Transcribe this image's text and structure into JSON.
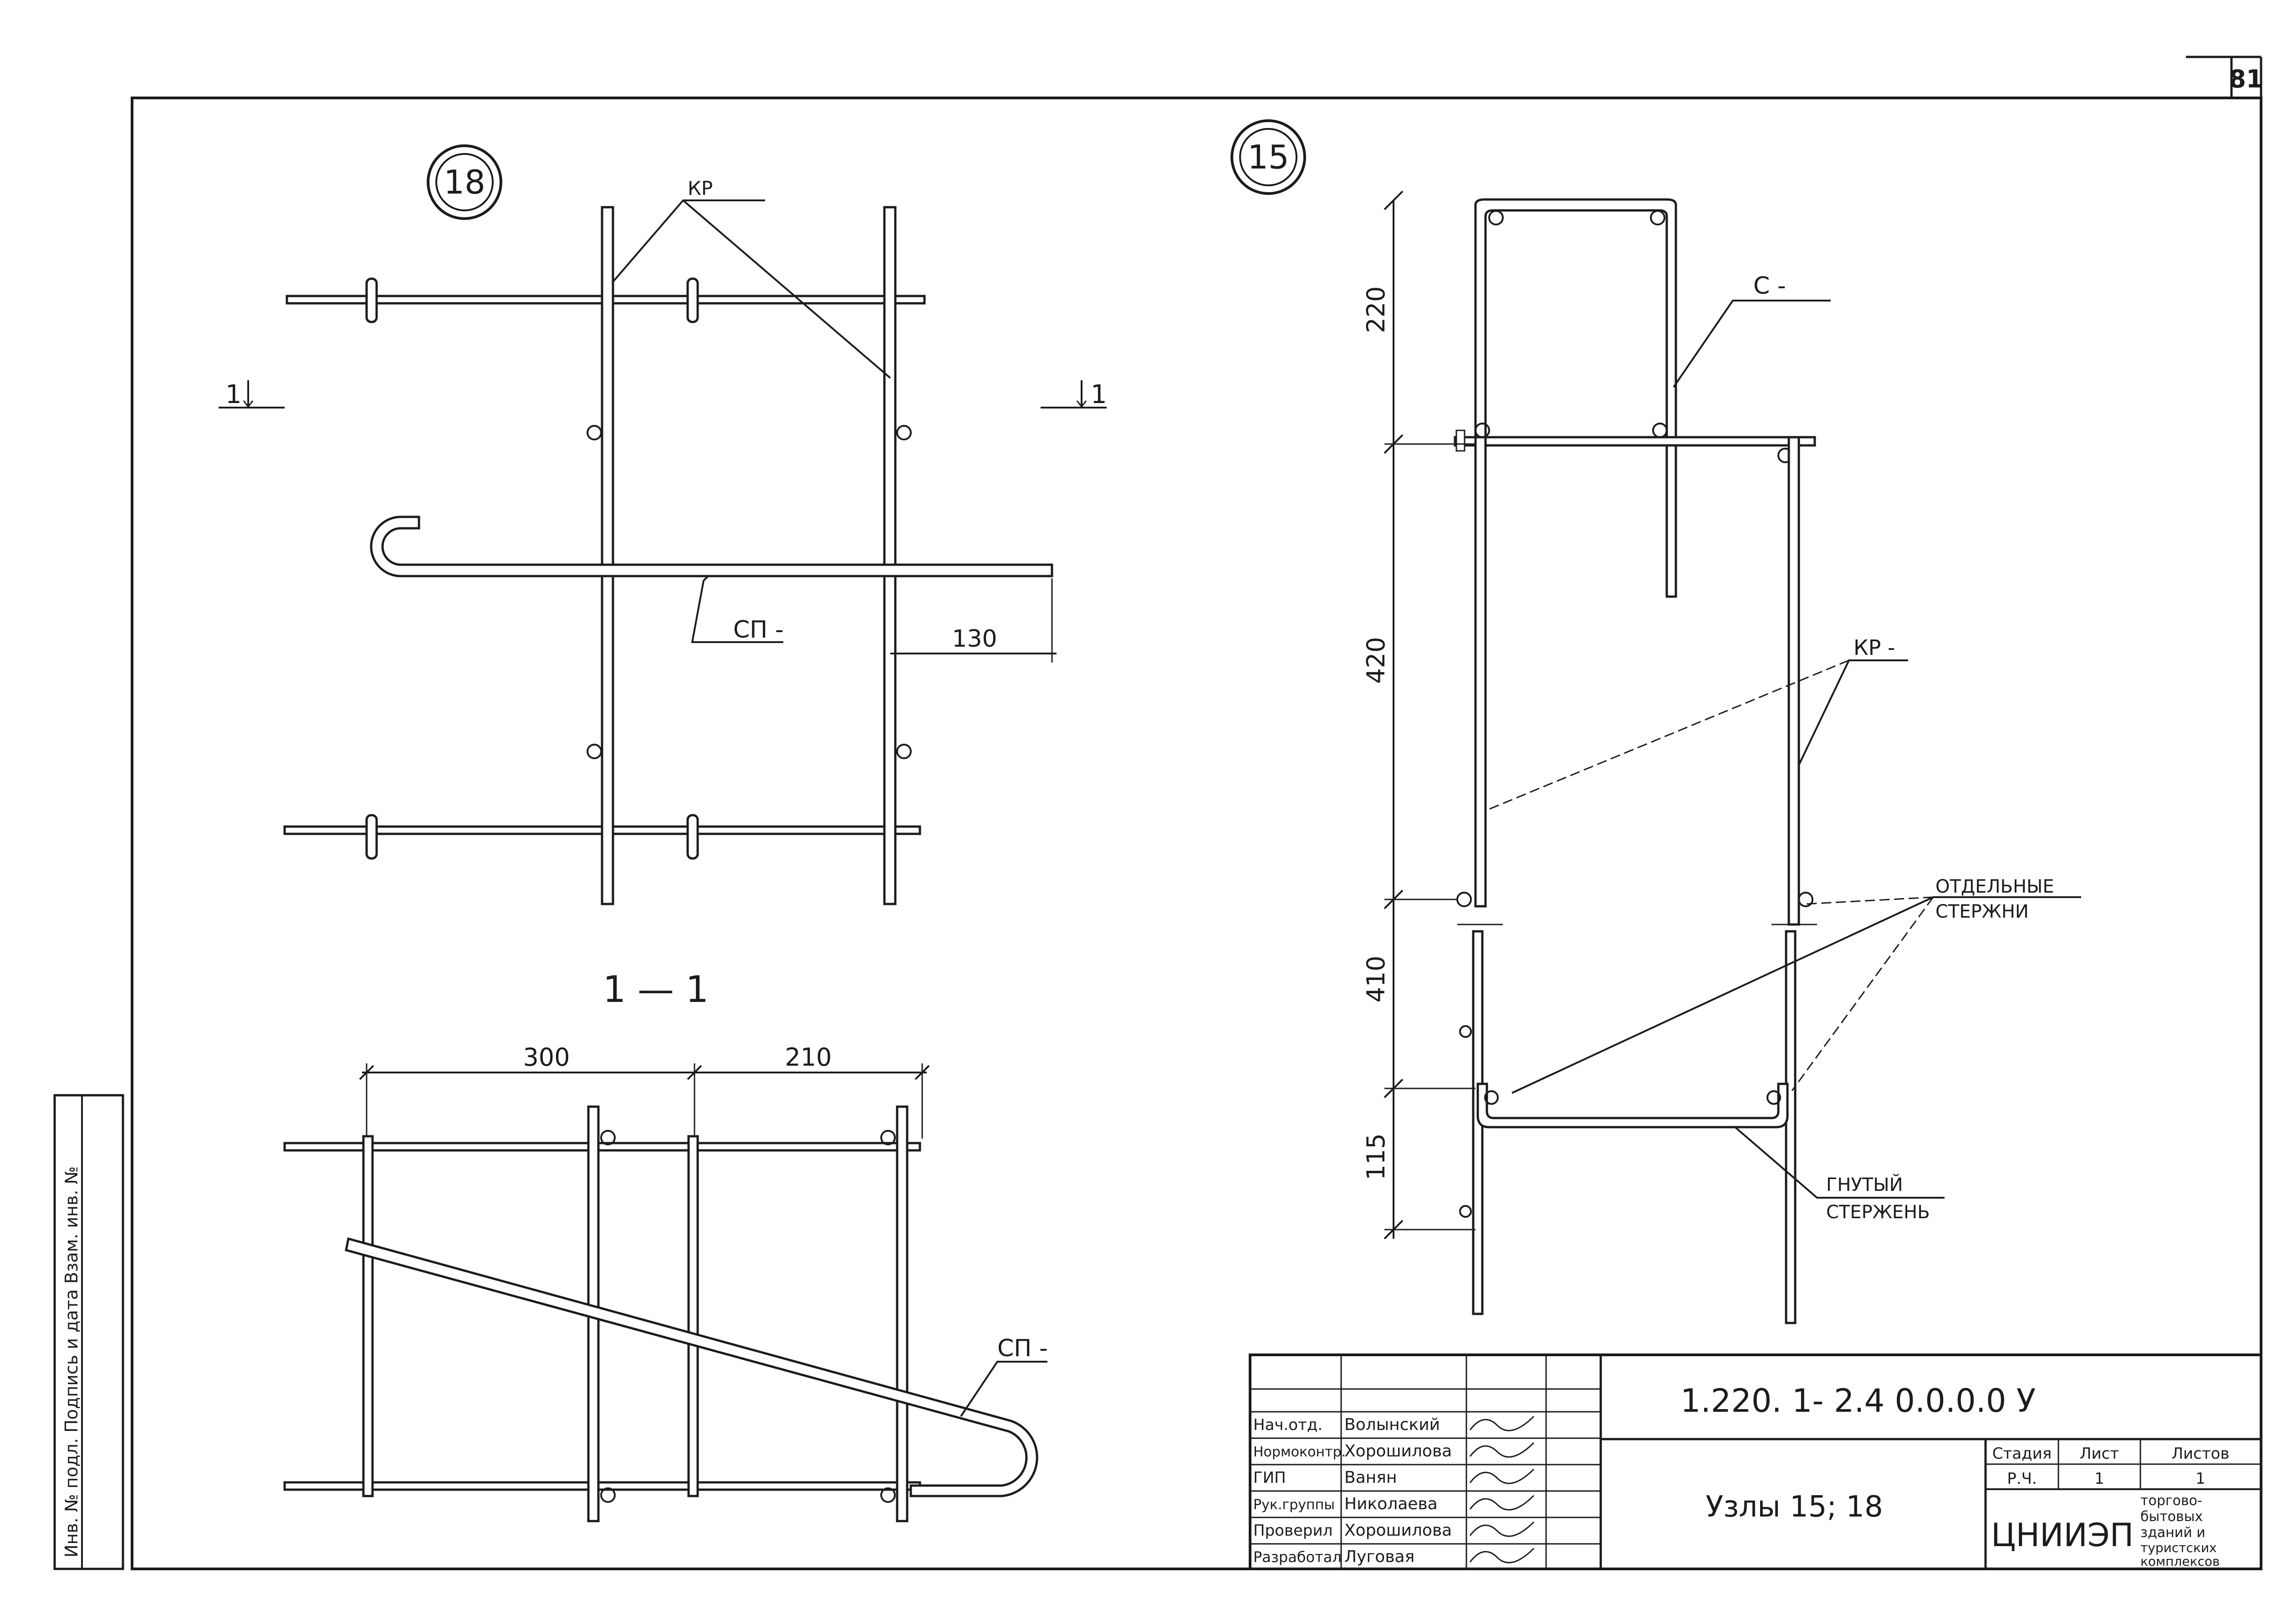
{
  "sheet": {
    "page_number": "81",
    "margin_stamp": "Инв. № подл.   Подпись и дата   Взам. инв. №"
  },
  "node18": {
    "badge": "18",
    "label_kr": "КР",
    "label_sp": "СП -",
    "dim_130": "130",
    "section_mark": "1",
    "section_title": "1 — 1",
    "dim_300": "300",
    "dim_210": "210",
    "label_sp2": "СП -"
  },
  "node15": {
    "badge": "15",
    "label_c": "С -",
    "label_kr": "КР -",
    "dim_220": "220",
    "dim_420": "420",
    "dim_410": "410",
    "dim_115": "115",
    "separate_bars_1": "ОТДЕЛЬНЫЕ",
    "separate_bars_2": "СТЕРЖНИ",
    "bent_bar_1": "ГНУТЫЙ",
    "bent_bar_2": "СТЕРЖЕНЬ"
  },
  "title_block": {
    "doc_code": "1.220. 1- 2.4  0.0.0.0 У",
    "title": "Узлы 15; 18",
    "stage_header": "Стадия",
    "sheet_header": "Лист",
    "sheets_header": "Листов",
    "stage_value": "Р.Ч.",
    "sheet_value": "1",
    "sheets_value": "1",
    "org": "ЦНИИЭП",
    "org_desc_1": "торгово-",
    "org_desc_2": "бытовых",
    "org_desc_3": "зданий и",
    "org_desc_4": "туристских",
    "org_desc_5": "комплексов",
    "signatures": [
      {
        "role": "Нач.отд.",
        "name": "Волынский"
      },
      {
        "role": "Нормоконтр.",
        "name": "Хорошилова"
      },
      {
        "role": "ГИП",
        "name": "Ванян"
      },
      {
        "role": "Рук.группы",
        "name": "Николаева"
      },
      {
        "role": "Проверил",
        "name": "Хорошилова"
      },
      {
        "role": "Разработал",
        "name": "Луговая"
      }
    ]
  }
}
